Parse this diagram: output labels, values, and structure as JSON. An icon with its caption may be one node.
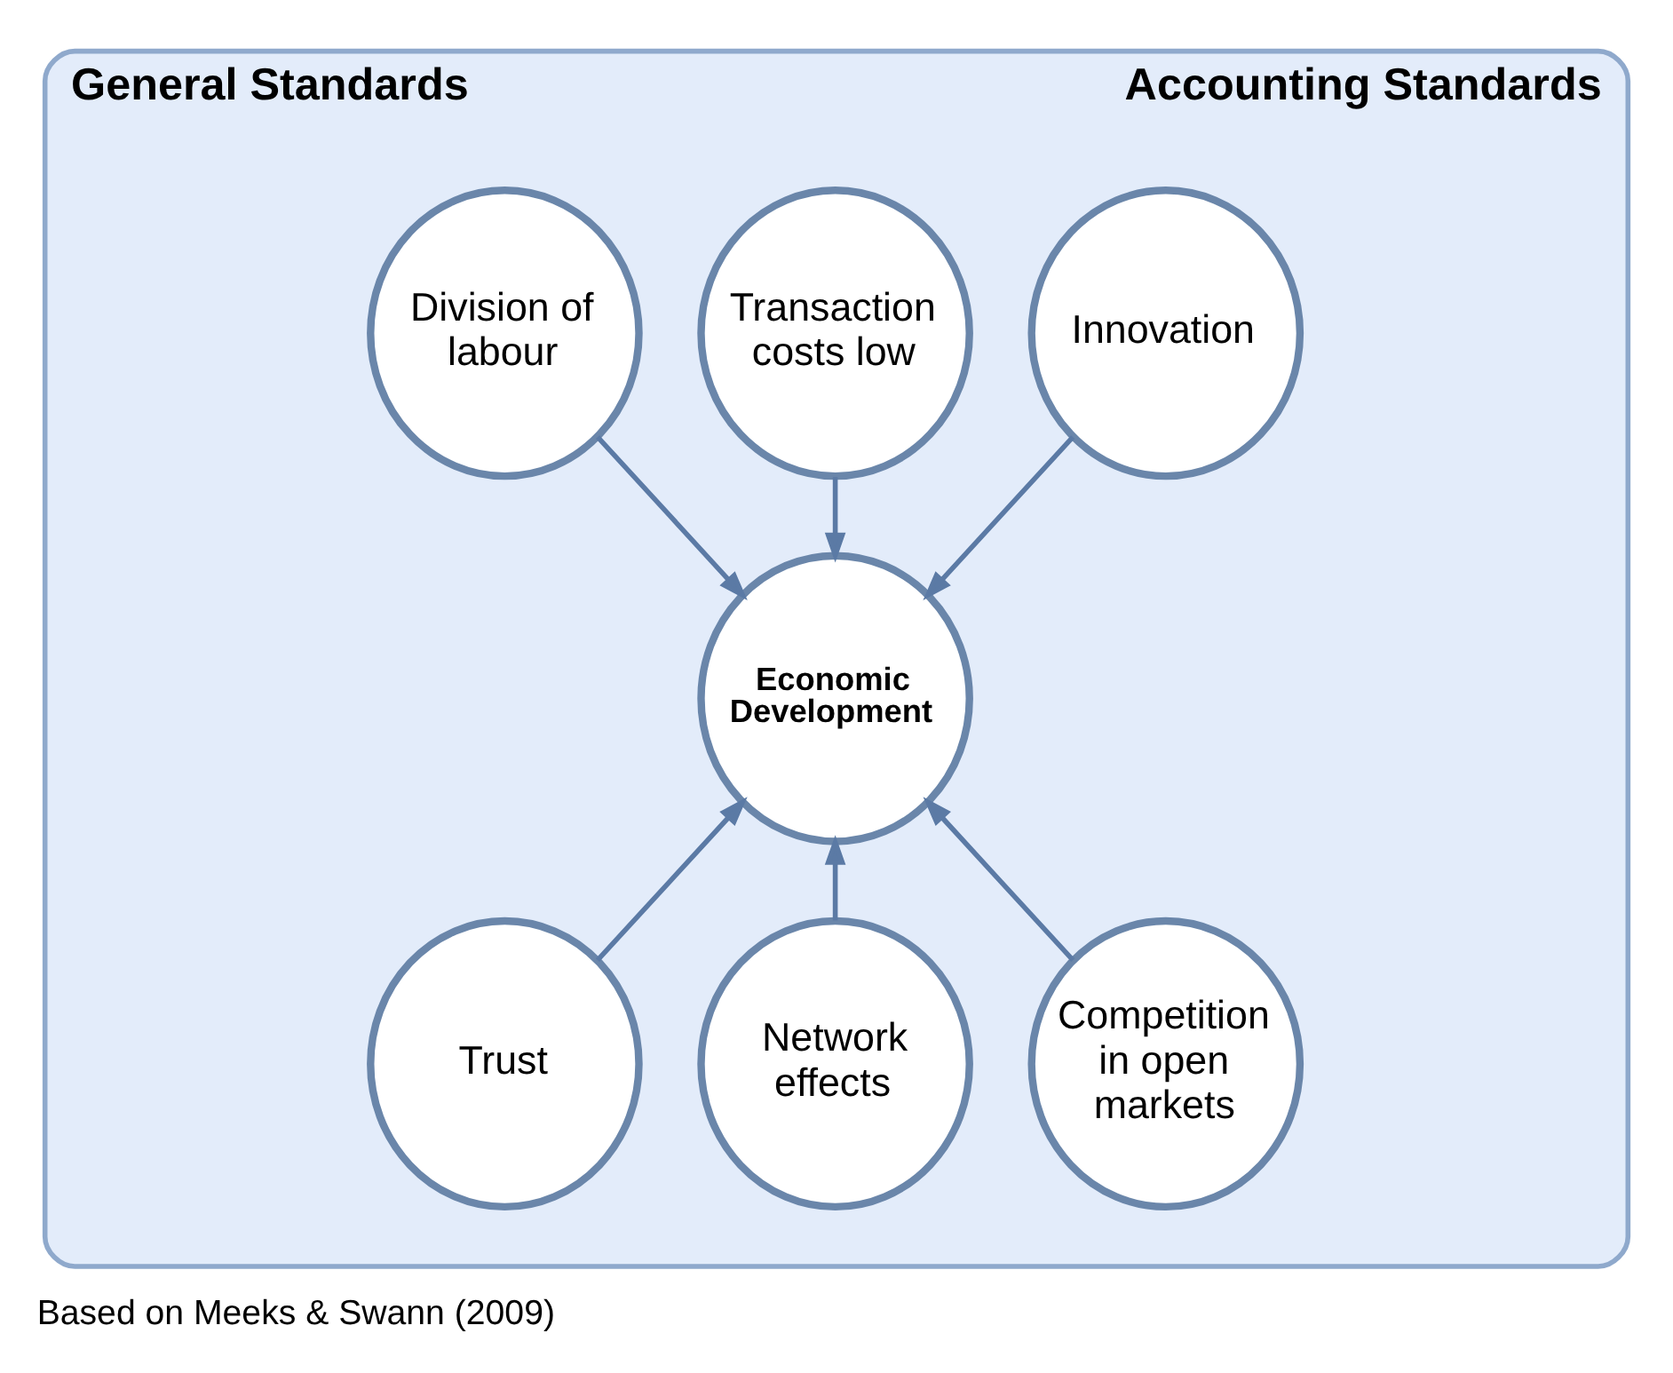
{
  "diagram": {
    "caption": "Based on Meeks & Swann (2009)",
    "nodes": [
      {
        "text": [
          "General Standards",
          "Accounting Standards"
        ]
      },
      {
        "text": [
          "Transaction costs low"
        ],
        "in": 0
      },
      {
        "text": [
          "Division of labour"
        ],
        "in": 0
      },
      {
        "text": [
          "Innovation"
        ],
        "in": 0
      },
      {
        "text": [
          "Economic Development"
        ],
        "in": 0
      },
      {
        "text": [
          "Trust"
        ],
        "in": 0
      },
      {
        "text": [
          "Competition in open markets"
        ],
        "in": 0
      },
      {
        "text": [
          "Network effects"
        ],
        "in": 0
      }
    ],
    "edges": [
      {
        "from": 1,
        "to": 4,
        "arrow": "to"
      },
      {
        "from": 2,
        "to": 4,
        "arrow": "to"
      },
      {
        "from": 3,
        "to": 4,
        "arrow": "to"
      },
      {
        "from": 5,
        "to": 4,
        "arrow": "to"
      },
      {
        "from": 6,
        "to": 4,
        "arrow": "to"
      },
      {
        "from": 7,
        "to": 4,
        "arrow": "to"
      }
    ]
  }
}
